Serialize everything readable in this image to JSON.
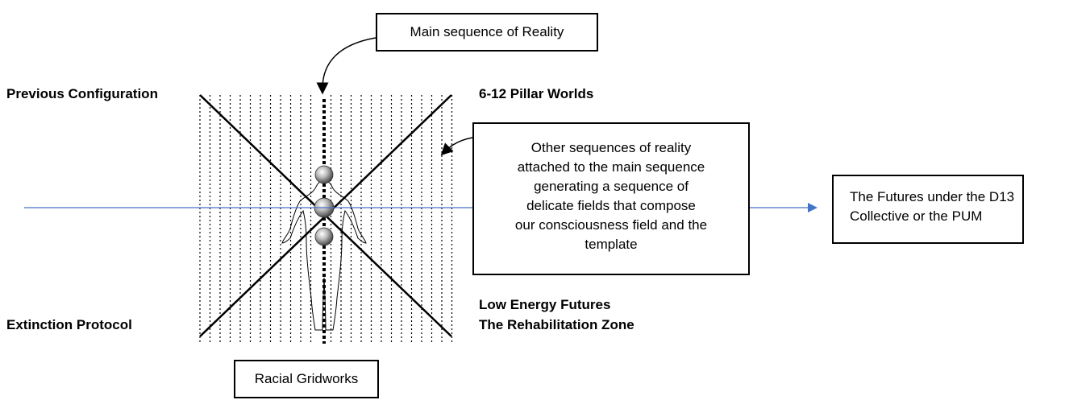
{
  "labels": {
    "previous_configuration": "Previous Configuration",
    "extinction_protocol": "Extinction Protocol",
    "pillar_worlds": "6-12 Pillar Worlds",
    "low_energy_futures": "Low Energy Futures",
    "rehabilitation_zone": "The Rehabilitation Zone"
  },
  "boxes": {
    "main_sequence": "Main sequence of Reality",
    "racial_gridworks": "Racial Gridworks",
    "other_sequences_lines": [
      "Other sequences of reality",
      "attached to the main sequence",
      "generating a sequence of",
      "delicate fields that compose",
      "our consciousness field and the",
      "template"
    ],
    "futures_lines": [
      "The Futures under the D13",
      "Collective or the PUM"
    ]
  },
  "colors": {
    "timeline_arrow": "#4472c4",
    "lines": "#000000",
    "sphere": "#7a7a7a"
  },
  "icons": {
    "figure": "human-figure-outline",
    "spheres": "grey-sphere"
  }
}
